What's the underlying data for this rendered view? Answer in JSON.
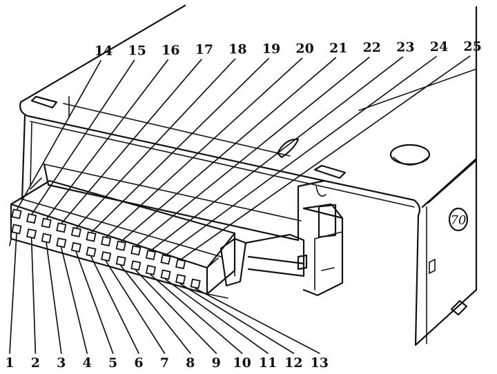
{
  "diagram": {
    "top_row_labels": [
      "14",
      "15",
      "16",
      "17",
      "18",
      "19",
      "20",
      "21",
      "22",
      "23",
      "24",
      "25"
    ],
    "bottom_row_labels": [
      "1",
      "2",
      "3",
      "4",
      "5",
      "6",
      "7",
      "8",
      "9",
      "10",
      "11",
      "12",
      "13"
    ],
    "logo_text": "70",
    "ink_color": "#111111",
    "paper_color": "#ffffff"
  }
}
